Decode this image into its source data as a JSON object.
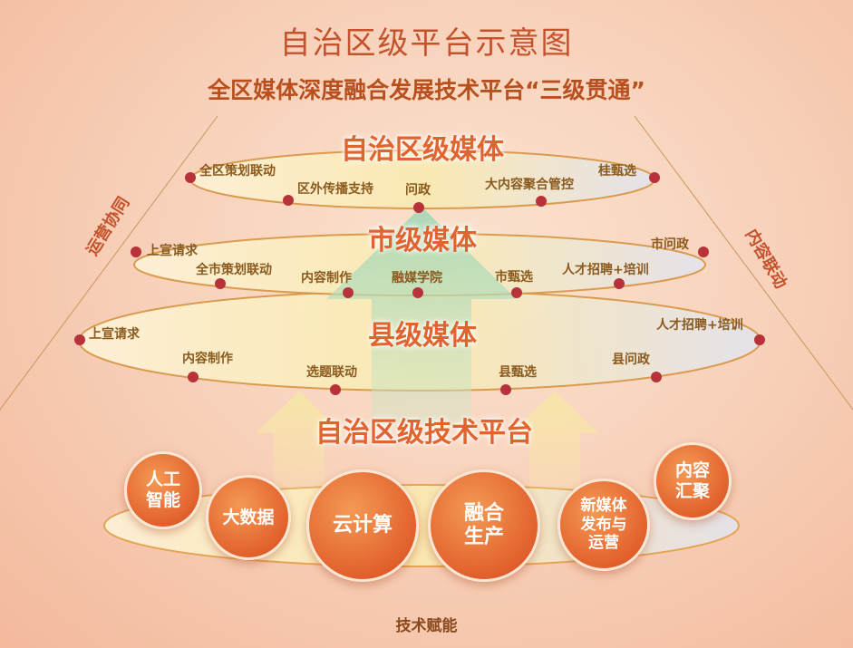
{
  "title": "自治区级平台示意图",
  "subtitle": "全区媒体深度融合发展技术平台“三级贯通”",
  "levels": [
    {
      "name": "自治区级媒体",
      "items": [
        "全区策划联动",
        "区外传播支持",
        "问政",
        "大内容聚合管控",
        "桂甄选"
      ]
    },
    {
      "name": "市级媒体",
      "items": [
        "上宣请求",
        "全市策划联动",
        "内容制作",
        "融媒学院",
        "市甄选",
        "人才招聘+培训",
        "市问政"
      ]
    },
    {
      "name": "县级媒体",
      "items": [
        "上宣请求",
        "内容制作",
        "选题联动",
        "县甄选",
        "县问政",
        "人才招聘+培训"
      ]
    }
  ],
  "platform": {
    "name": "自治区级技术平台",
    "circles": [
      "人工\n智能",
      "大数据",
      "云计算",
      "融合\n生产",
      "新媒体\n发布与\n运营",
      "内容\n汇聚"
    ]
  },
  "side_left": "运营协同",
  "side_right": "内容联动",
  "bottom": "技术赋能",
  "colors": {
    "title": "#c4532d",
    "dot": "#b8323a",
    "label": "#8a5a1e",
    "circle": "#e2612c"
  }
}
